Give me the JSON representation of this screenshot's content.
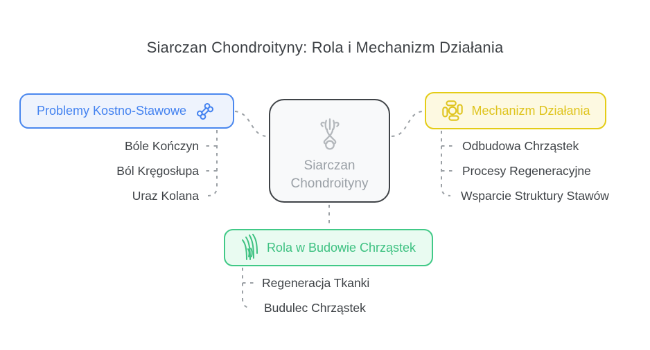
{
  "title": "Siarczan Chondroityny: Rola i Mechanizm Działania",
  "center": {
    "label": "Siarczan Chondroityny",
    "icon": "cartilage-molecule-icon"
  },
  "branches": {
    "left": {
      "label": "Problemy Kostno-Stawowe",
      "icon": "bone-icon",
      "items": [
        "Bóle Kończyn",
        "Ból Kręgosłupa",
        "Uraz Kolana"
      ]
    },
    "right": {
      "label": "Mechanizm Działania",
      "icon": "mechanism-hands-icon",
      "items": [
        "Odbudowa Chrząstek",
        "Procesy Regeneracyjne",
        "Wsparcie Struktury Stawów"
      ]
    },
    "bottom": {
      "label": "Rola w Budowie Chrząstek",
      "icon": "cartilage-fibers-icon",
      "items": [
        "Regeneracja Tkanki",
        "Budulec Chrząstek"
      ]
    }
  },
  "colors": {
    "blue_accent": "#4382f0",
    "yellow_accent": "#e4cc16",
    "green_accent": "#41c987",
    "center_border": "#3f4347",
    "center_text": "#9aa0a6",
    "connector_gray": "#9ba0a5",
    "text_dark": "#3d4145",
    "blue_bg": "#eef3fd",
    "yellow_bg": "#fdf9e1",
    "green_bg": "#e9fbf1",
    "center_bg": "#f8f9fa"
  }
}
